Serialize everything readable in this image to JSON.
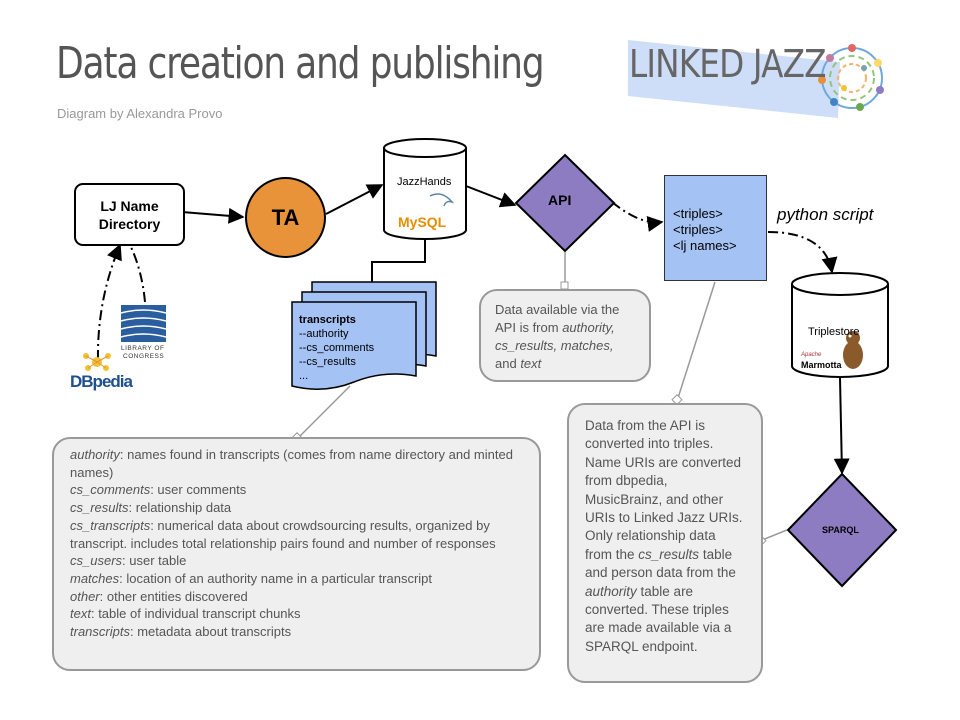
{
  "header": {
    "title": "Data creation and publishing",
    "subtitle": "Diagram by Alexandra Provo",
    "logo_text": "LINKED JAZZ"
  },
  "nodes": {
    "lj_directory": "LJ Name\nDirectory",
    "ta": "TA",
    "jazzhands": "JazzHands",
    "mysql": "MySQL",
    "api": "API",
    "triples_lines": [
      "<triples>",
      "<triples>",
      "<lj names>"
    ],
    "python_script": "python script",
    "triplestore": "Triplestore",
    "marmotta": "Marmotta",
    "marmotta_small": "Apache",
    "sparql": "SPARQL",
    "dbpedia": "DBpedia",
    "library_of_congress_line1": "LIBRARY OF",
    "library_of_congress_line2": "CONGRESS"
  },
  "transcripts": {
    "heading": "transcripts",
    "items": [
      "--authority",
      "--cs_comments",
      "--cs_results",
      "..."
    ]
  },
  "api_note": {
    "prefix": "Data available via the API is from ",
    "authority": "authority,",
    "cs_results": "cs_results, matches,",
    "and": "and ",
    "text": "text"
  },
  "tables_note": [
    {
      "name": "authority",
      "desc": ": names found in transcripts (comes from name directory and minted names)"
    },
    {
      "name": "cs_comments",
      "desc": ": user comments"
    },
    {
      "name": "cs_results",
      "desc": ": relationship data"
    },
    {
      "name": "cs_transcripts",
      "desc": ": numerical data about crowdsourcing results, organized by transcript. includes total relationship pairs found and number of responses"
    },
    {
      "name": "cs_users",
      "desc": ": user table"
    },
    {
      "name": "matches",
      "desc": ": location of an authority name in a particular transcript"
    },
    {
      "name": "other",
      "desc": ": other entities discovered"
    },
    {
      "name": "text",
      "desc": ": table of individual transcript chunks"
    },
    {
      "name": "transcripts",
      "desc": ": metadata about transcripts"
    }
  ],
  "conversion_note": {
    "part1": "Data from the API is converted into triples. Name URIs are converted from dbpedia, MusicBrainz, and other URIs to Linked Jazz URIs. Only relationship data from the ",
    "cs_results": "cs_results",
    "part2": " table and person data from the ",
    "authority": "authority",
    "part3": " table are converted. These triples are made available via a SPARQL endpoint."
  },
  "colors": {
    "ta_fill": "#e8923a",
    "diamond_fill": "#8e7cc3",
    "triples_fill": "#a4c2f4",
    "note_fill": "#efefef"
  }
}
